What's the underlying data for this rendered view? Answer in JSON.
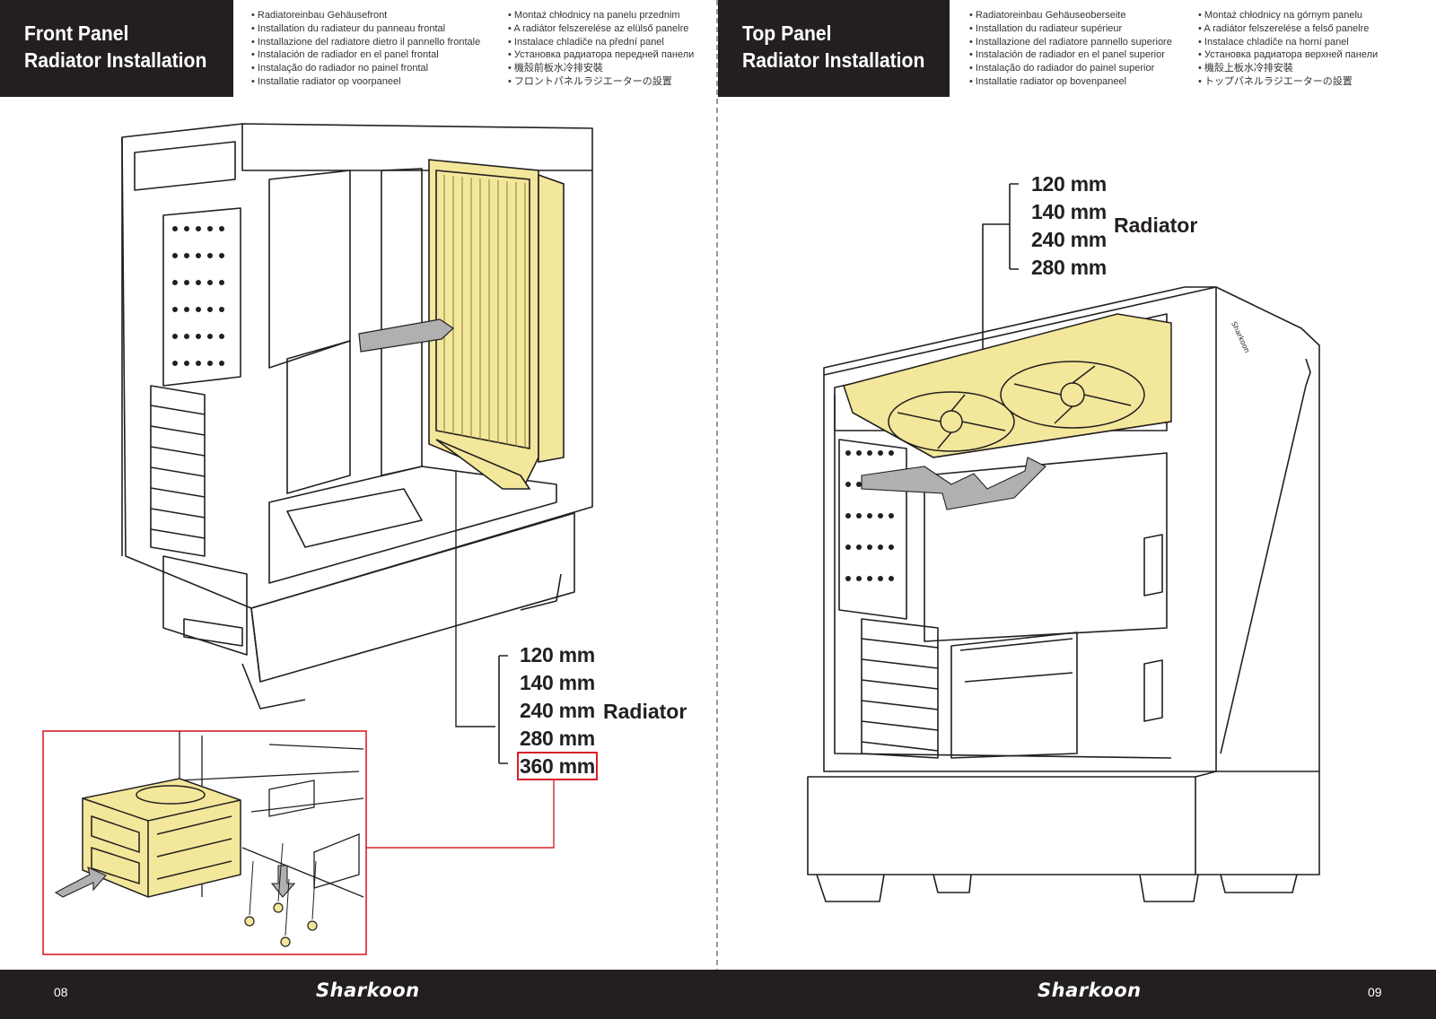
{
  "left_page": {
    "title_line1": "Front Panel",
    "title_line2": "Radiator Installation",
    "languages_col1": [
      "Radiatoreinbau Gehäusefront",
      "Installation du radiateur du panneau frontal",
      "Installazione del radiatore dietro il pannello frontale",
      "Instalación de radiador en el panel frontal",
      "Instalação do radiador no painel frontal",
      "Installatie radiator op voorpaneel"
    ],
    "languages_col2": [
      "Montaż chłodnicy na panelu przednim",
      "A radiátor felszerelése az elülső panelre",
      "Instalace chladiče na přední panel",
      "Установка радиатора передней панели",
      "機殼前板水冷排安裝",
      "フロントパネルラジエーターの設置"
    ],
    "sizes": [
      "120 mm",
      "140 mm",
      "240 mm",
      "280 mm",
      "360 mm"
    ],
    "radiator_label": "Radiator",
    "page_number": "08"
  },
  "right_page": {
    "title_line1": "Top Panel",
    "title_line2": "Radiator Installation",
    "languages_col1": [
      "Radiatoreinbau Gehäuseoberseite",
      "Installation du radiateur supérieur",
      "Installazione del radiatore pannello superiore",
      "Instalación de radiador en el panel superior",
      "Instalação do radiador do painel superior",
      "Installatie radiator op bovenpaneel"
    ],
    "languages_col2": [
      "Montaż chłodnicy na górnym panelu",
      "A radiátor felszerelése a felső panelre",
      "Instalace chladiče na horní panel",
      "Установка радиатора верхней панели",
      "機殼上板水冷排安裝",
      "トップパネルラジエーターの設置"
    ],
    "sizes": [
      "120 mm",
      "140 mm",
      "240 mm",
      "280 mm"
    ],
    "radiator_label": "Radiator",
    "page_number": "09"
  },
  "brand": "Sharkoon",
  "colors": {
    "highlight_yellow": "#f3e79b",
    "callout_red": "#d7202a",
    "bar_dark": "#231f20",
    "arrow_gray": "#b0b0b0"
  }
}
